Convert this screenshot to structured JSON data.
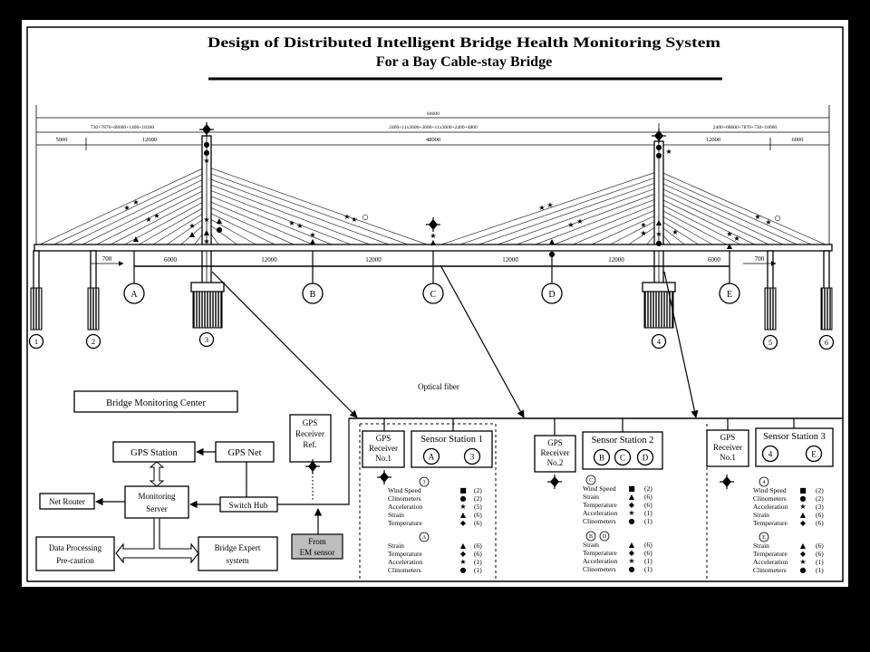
{
  "title": {
    "line1": "Design of Distributed Intelligent Bridge Health Monitoring System",
    "line2": "For a Bay Cable-stay Bridge"
  },
  "bridge": {
    "total_length": "84000",
    "composition": {
      "left": "730+7870+68600+1400+18300",
      "middle": "2400+11x3600+3600+11x3600+2400+4800",
      "right": "2400+68600+7870+730+18000"
    },
    "segments": [
      "5000",
      "12000",
      "48000",
      "12000",
      "6000"
    ],
    "deck_spans": [
      "700",
      "6000",
      "12000",
      "12000",
      "12000",
      "12000",
      "6000",
      "700"
    ],
    "sections": [
      "A",
      "B",
      "C",
      "D",
      "E"
    ],
    "piers": [
      "1",
      "2",
      "3",
      "4",
      "5",
      "6"
    ]
  },
  "monitoring_center": {
    "title": "Bridge Monitoring Center",
    "gps_station": "GPS Station",
    "gps_net": "GPS Net",
    "monitoring_server": [
      "Monitoring",
      "Server"
    ],
    "net_router": "Net Router",
    "switch_hub": "Switch Hub",
    "data_processing": [
      "Data Processing",
      "Pre-caution"
    ],
    "bridge_expert": [
      "Bridge Expert",
      "system"
    ],
    "gps_ref": [
      "GPS",
      "Receiver",
      "Ref."
    ],
    "em_sensor": [
      "From",
      "EM sensor"
    ]
  },
  "optical_fiber": "Optical fiber",
  "stations": [
    {
      "gps": [
        "GPS",
        "Receiver",
        "No.1"
      ],
      "title": "Sensor Station 1",
      "nodes": [
        "A",
        "3"
      ],
      "groups": [
        {
          "nodes": [
            "3"
          ],
          "sensors": [
            {
              "name": "Wind Speed",
              "symbol": "square",
              "count": "(2)"
            },
            {
              "name": "Clinometers",
              "symbol": "circle",
              "count": "(2)"
            },
            {
              "name": "Acceleration",
              "symbol": "star",
              "count": "(5)"
            },
            {
              "name": "Strain",
              "symbol": "triangle",
              "count": "(6)"
            },
            {
              "name": "Temperature",
              "symbol": "diamond",
              "count": "(6)"
            }
          ]
        },
        {
          "nodes": [
            "A"
          ],
          "sensors": [
            {
              "name": "Strain",
              "symbol": "triangle",
              "count": "(6)"
            },
            {
              "name": "Temperature",
              "symbol": "diamond",
              "count": "(6)"
            },
            {
              "name": "Acceleration",
              "symbol": "star",
              "count": "(1)"
            },
            {
              "name": "Clinometers",
              "symbol": "circle",
              "count": "(1)"
            }
          ]
        }
      ]
    },
    {
      "gps": [
        "GPS",
        "Receiver",
        "No.2"
      ],
      "title": "Sensor Station 2",
      "nodes": [
        "B",
        "C",
        "D"
      ],
      "groups": [
        {
          "nodes": [
            "C"
          ],
          "sensors": [
            {
              "name": "Wind Speed",
              "symbol": "square",
              "count": "(2)"
            },
            {
              "name": "Strain",
              "symbol": "triangle",
              "count": "(6)"
            },
            {
              "name": "Temperature",
              "symbol": "diamond",
              "count": "(6)"
            },
            {
              "name": "Acceleration",
              "symbol": "star",
              "count": "(1)"
            },
            {
              "name": "Clinometers",
              "symbol": "circle",
              "count": "(1)"
            }
          ]
        },
        {
          "nodes": [
            "B",
            "D"
          ],
          "sensors": [
            {
              "name": "Strain",
              "symbol": "triangle",
              "count": "(6)"
            },
            {
              "name": "Temperature",
              "symbol": "diamond",
              "count": "(6)"
            },
            {
              "name": "Acceleration",
              "symbol": "star",
              "count": "(1)"
            },
            {
              "name": "Clinometers",
              "symbol": "circle",
              "count": "(1)"
            }
          ]
        }
      ]
    },
    {
      "gps": [
        "GPS",
        "Receiver",
        "No.1"
      ],
      "title": "Sensor Station 3",
      "nodes": [
        "4",
        "E"
      ],
      "groups": [
        {
          "nodes": [
            "4"
          ],
          "sensors": [
            {
              "name": "Wind Speed",
              "symbol": "square",
              "count": "(2)"
            },
            {
              "name": "Clinometers",
              "symbol": "circle",
              "count": "(2)"
            },
            {
              "name": "Acceleration",
              "symbol": "star",
              "count": "(3)"
            },
            {
              "name": "Strain",
              "symbol": "triangle",
              "count": "(6)"
            },
            {
              "name": "Temperature",
              "symbol": "diamond",
              "count": "(6)"
            }
          ]
        },
        {
          "nodes": [
            "E"
          ],
          "sensors": [
            {
              "name": "Strain",
              "symbol": "triangle",
              "count": "(6)"
            },
            {
              "name": "Temperature",
              "symbol": "diamond",
              "count": "(6)"
            },
            {
              "name": "Acceleration",
              "symbol": "star",
              "count": "(1)"
            },
            {
              "name": "Clinometers",
              "symbol": "circle",
              "count": "(1)"
            }
          ]
        }
      ]
    }
  ]
}
